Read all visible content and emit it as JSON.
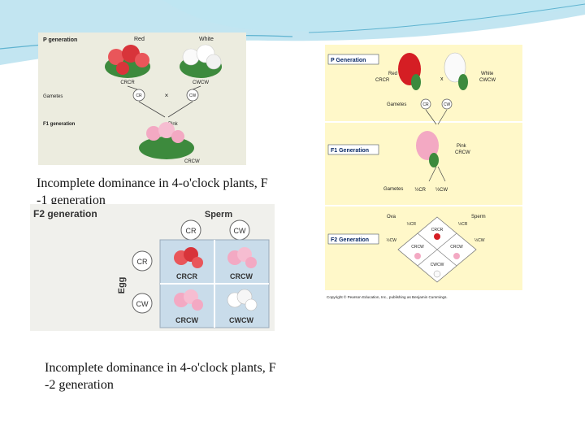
{
  "caption1": {
    "line1": "Incomplete dominance in 4-o'clock plants, F",
    "line2": "-1 generation"
  },
  "caption2": {
    "line1": "Incomplete dominance in 4-o'clock plants, F",
    "line2": "-2 generation"
  },
  "figure1": {
    "p_generation": "P generation",
    "red": "Red",
    "white": "White",
    "red_genotype": "CRCR",
    "white_genotype": "CWCW",
    "gametes": "Gametes",
    "gamete_r": "CR",
    "gamete_w": "CW",
    "cross": "×",
    "f1_generation": "F1 generation",
    "pink": "Pink",
    "pink_genotype": "CRCW"
  },
  "figure2": {
    "f2_generation": "F2 generation",
    "sperm": "Sperm",
    "egg": "Egg",
    "col1": "CR",
    "col2": "CW",
    "row1": "CR",
    "row2": "CW",
    "cell_rr": "CRCR",
    "cell_rw": "CRCW",
    "cell_wr": "CRCW",
    "cell_ww": "CWCW"
  },
  "figure3": {
    "p_generation": "P Generation",
    "red": "Red",
    "red_genotype": "CRCR",
    "white": "White",
    "white_genotype": "CWCW",
    "cross": "x",
    "gametes": "Gametes",
    "gamete_r": "CR",
    "gamete_w": "CW",
    "pink": "Pink",
    "pink_genotype": "CRCW",
    "f1_generation": "F1 Generation",
    "gametes2": "Gametes",
    "half_r": "½CR",
    "half_w": "½CW",
    "ova": "Ova",
    "sperm": "Sperm",
    "f2_generation": "F2 Generation",
    "ova_r": "½CR",
    "ova_w": "½CW",
    "sperm_r": "½CR",
    "sperm_w": "½CW",
    "cell_top": "CRCR",
    "cell_left": "CRCW",
    "cell_right": "CRCW",
    "cell_bottom": "CWCW",
    "copyright": "Copyright © Pearson Education, Inc., publishing as Benjamin Cummings."
  },
  "colors": {
    "red": "#d8343a",
    "pink": "#f3a9c3",
    "white": "#f7f7f7",
    "leaf": "#3d8a3d",
    "header_teal": "#8fd0e6"
  }
}
